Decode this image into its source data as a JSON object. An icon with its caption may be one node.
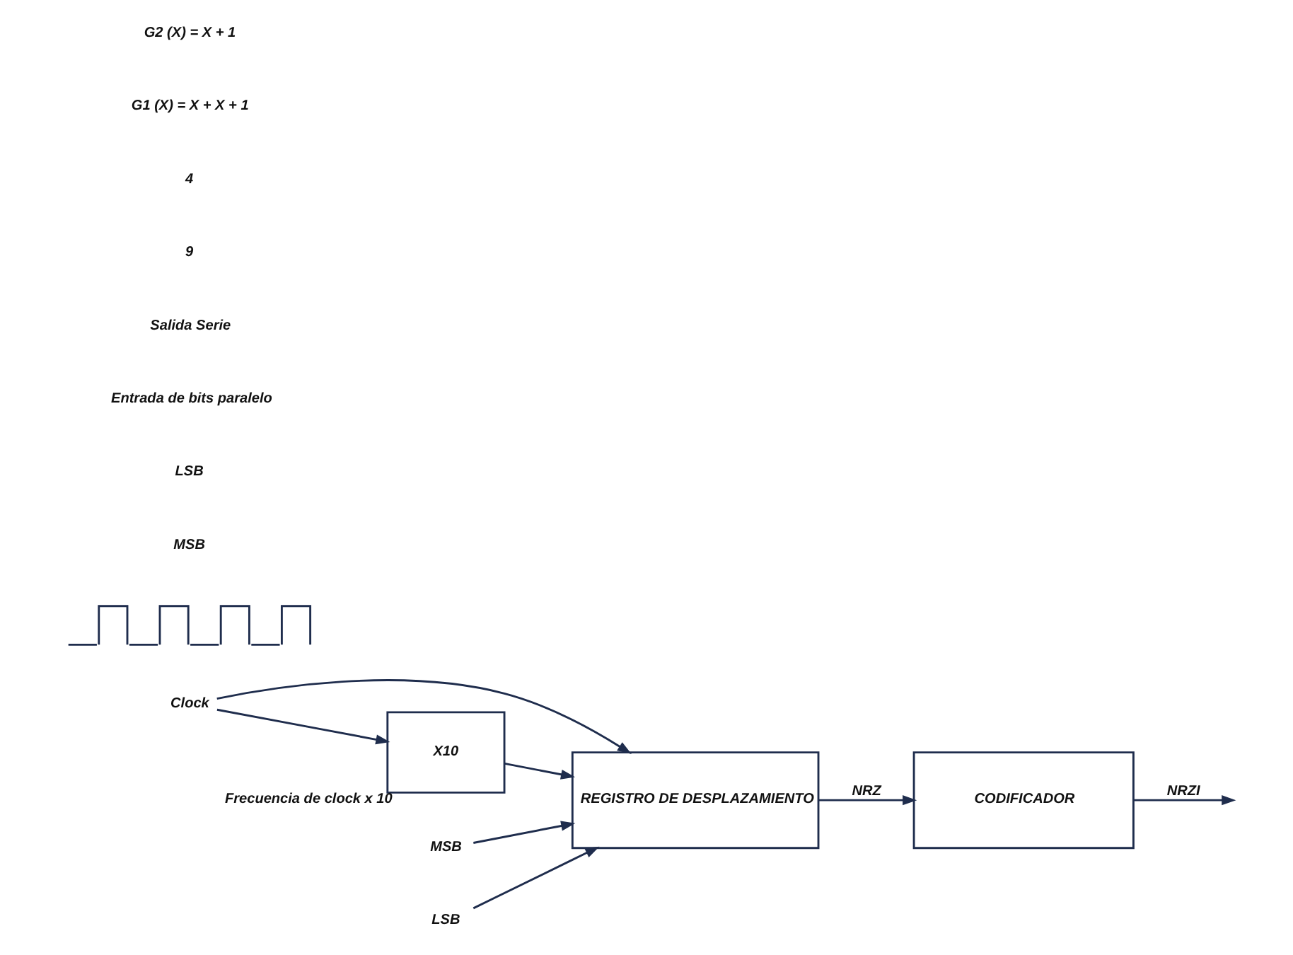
{
  "diagram": {
    "nodes": [
      {
        "text": [
          "REGISTRO DE DESPLAZAMIENTO"
        ]
      },
      {
        "text": [
          "CODIFICADOR"
        ]
      },
      {
        "text": [
          "X10"
        ],
        "beside": [
          "Frecuencia de clock x 10"
        ]
      },
      {
        "text": [
          "MSB"
        ]
      },
      {
        "text": [
          "LSB"
        ]
      },
      {
        "text": [
          "Clock"
        ]
      },
      {
        "text": [],
        "shape": "picture"
      }
    ],
    "edges": [
      {
        "from": 3,
        "to": 0,
        "arrow": "to"
      },
      {
        "from": 4,
        "to": 0,
        "arrow": "to"
      },
      {
        "from": 5,
        "to": 0,
        "arrow": "to"
      },
      {
        "from": 5,
        "to": 2,
        "arrow": "to"
      },
      {
        "from": 2,
        "to": 0,
        "arrow": "to"
      },
      {
        "from": 0,
        "to": 1,
        "label": "NRZ",
        "arrow": "to"
      },
      {
        "from": 1,
        "to": null,
        "label": "NRZI",
        "arrow": "to"
      }
    ],
    "labels": [
      "MSB",
      "LSB",
      "Entrada de bits paralelo",
      "Salida Serie",
      "9",
      "4",
      "G1 (X) = X + X + 1",
      "G2 (X) = X + 1"
    ]
  }
}
